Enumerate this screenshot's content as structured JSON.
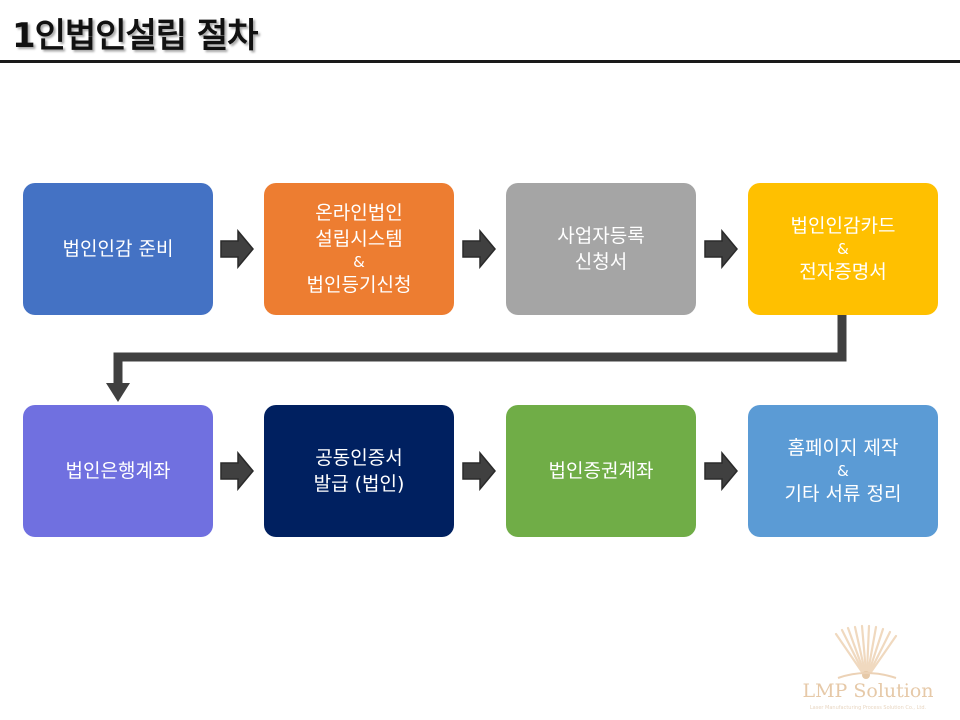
{
  "title": "1인법인설립 절차",
  "steps": [
    {
      "lines": [
        "법인인감 준비"
      ],
      "color": "#4472C4"
    },
    {
      "lines": [
        "온라인법인",
        "설립시스템",
        "&",
        "법인등기신청"
      ],
      "color": "#ED7D31"
    },
    {
      "lines": [
        "사업자등록",
        "신청서"
      ],
      "color": "#A5A5A5"
    },
    {
      "lines": [
        "법인인감카드",
        "&",
        "전자증명서"
      ],
      "color": "#FFC000"
    },
    {
      "lines": [
        "법인은행계좌"
      ],
      "color": "#7070E0"
    },
    {
      "lines": [
        "공동인증서",
        "발급 (법인)"
      ],
      "color": "#002060"
    },
    {
      "lines": [
        "법인증권계좌"
      ],
      "color": "#70AD47"
    },
    {
      "lines": [
        "홈페이지 제작",
        "&",
        "기타 서류 정리"
      ],
      "color": "#5B9BD5"
    }
  ],
  "arrow_color": "#404040",
  "logo": {
    "name": "LMP Solution",
    "tagline": "Laser Manufacturing Process Solution Co., Ltd."
  }
}
